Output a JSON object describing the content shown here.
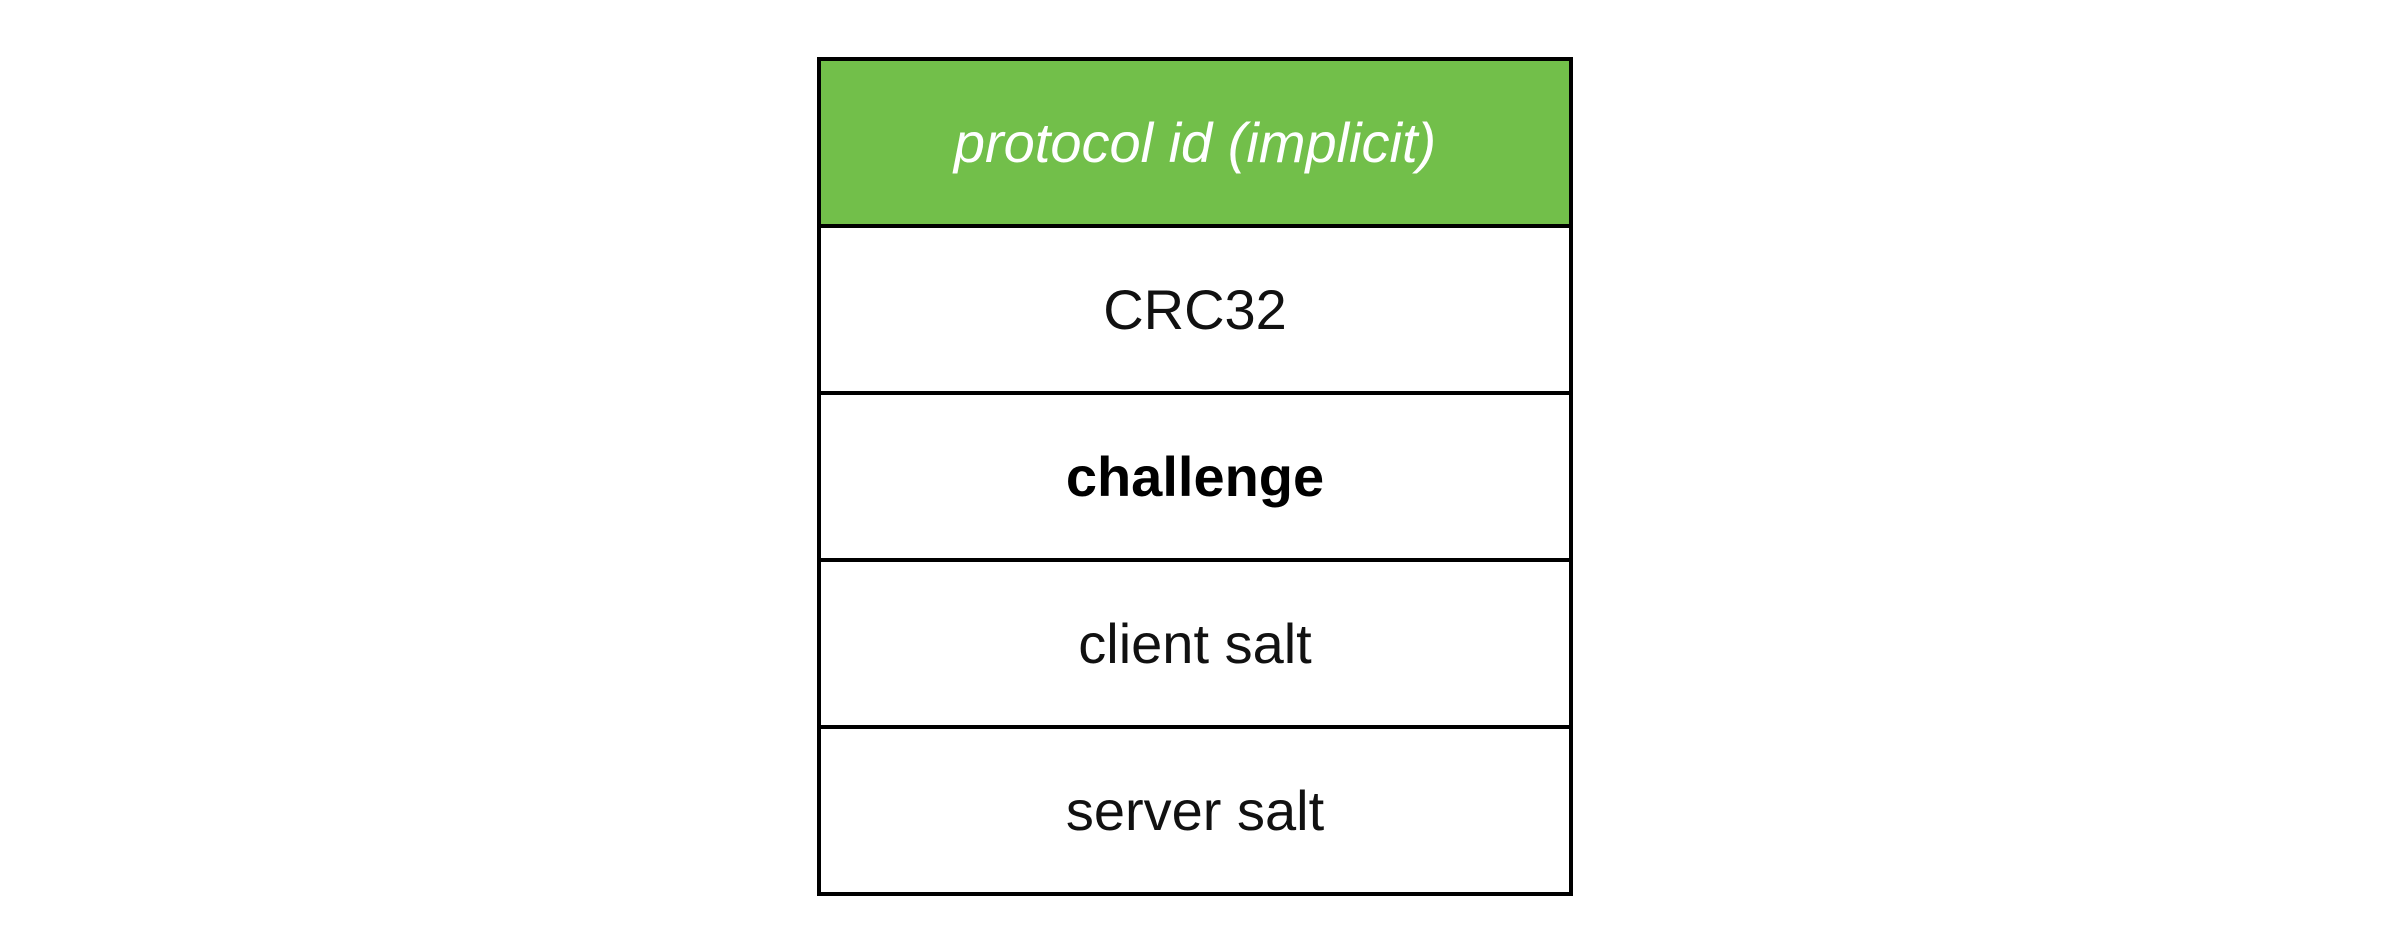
{
  "packet": {
    "fields": [
      {
        "label": "protocol id (implicit)",
        "style": "implicit",
        "fill": "#72bf4a"
      },
      {
        "label": "CRC32",
        "style": "normal"
      },
      {
        "label": "challenge",
        "style": "bold"
      },
      {
        "label": "client salt",
        "style": "normal"
      },
      {
        "label": "server salt",
        "style": "normal"
      }
    ]
  }
}
